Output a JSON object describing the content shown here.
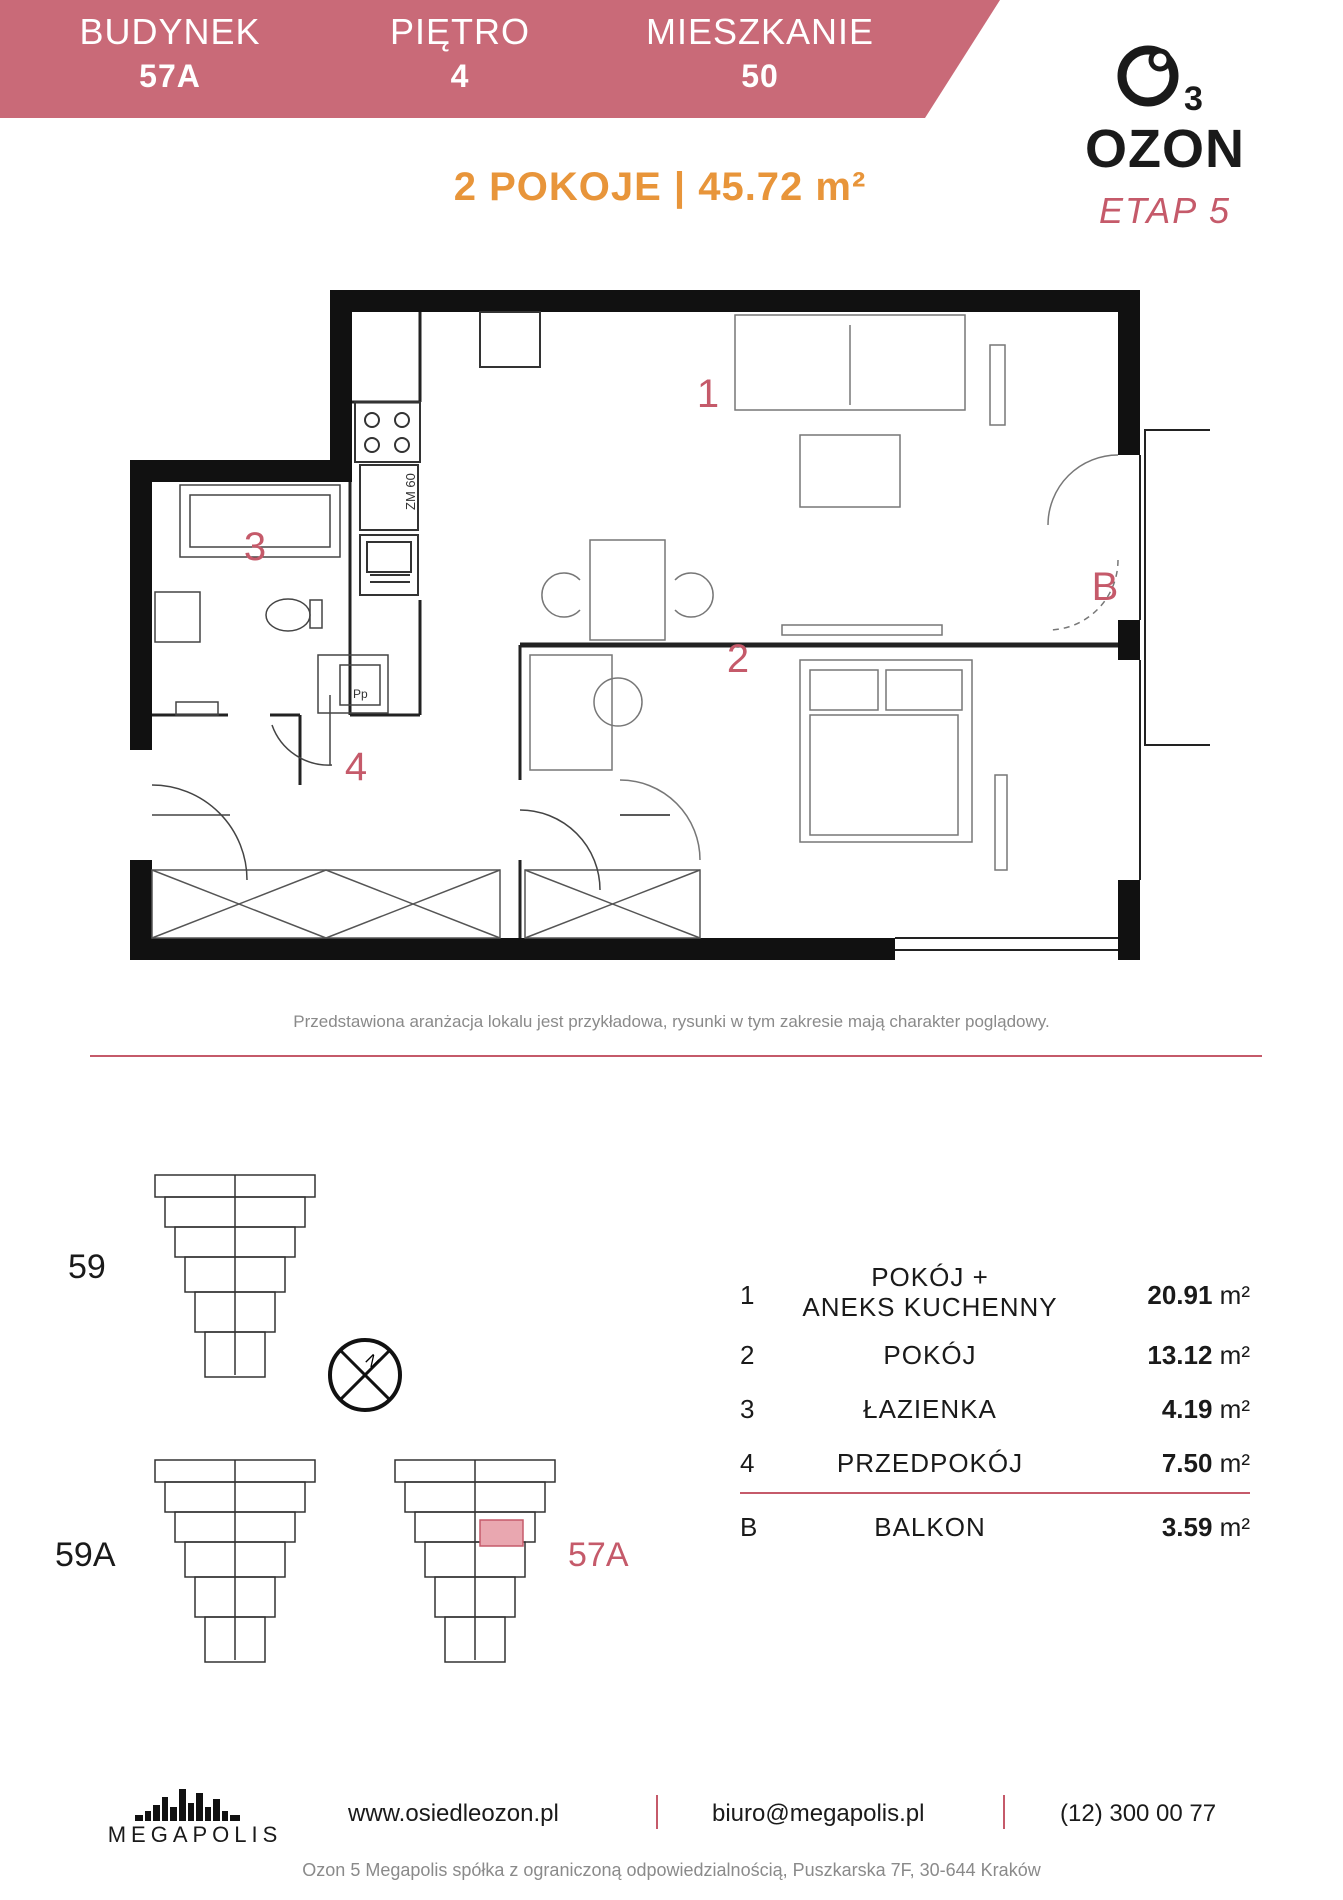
{
  "header": {
    "building_label": "BUDYNEK",
    "building_value": "57A",
    "floor_label": "PIĘTRO",
    "floor_value": "4",
    "apartment_label": "MIESZKANIE",
    "apartment_value": "50",
    "banner_color": "#c96a78"
  },
  "brand": {
    "name": "OZON",
    "stage": "ETAP 5",
    "accent_color": "#c55a6a"
  },
  "summary": {
    "text": "2 POKOJE | 45.72 m²",
    "color": "#e8953a"
  },
  "floorplan": {
    "room_numbers": [
      "1",
      "2",
      "3",
      "4"
    ],
    "balcony_label": "B",
    "fridge_label": "ZM 60",
    "washer_label": "Pp"
  },
  "disclaimer": "Przedstawiona aranżacja lokalu jest przykładowa, rysunki w tym zakresie mają charakter poglądowy.",
  "site_plan": {
    "buildings": [
      "59",
      "59A",
      "57A"
    ],
    "compass": "N",
    "highlight_color": "#e9a7b0"
  },
  "area_table": {
    "unit": "m²",
    "rows": [
      {
        "num": "1",
        "line1": "POKÓJ +",
        "line2": "ANEKS KUCHENNY",
        "area": "20.91"
      },
      {
        "num": "2",
        "name": "POKÓJ",
        "area": "13.12"
      },
      {
        "num": "3",
        "name": "ŁAZIENKA",
        "area": "4.19"
      },
      {
        "num": "4",
        "name": "PRZEDPOKÓJ",
        "area": "7.50"
      },
      {
        "num": "B",
        "name": "BALKON",
        "area": "3.59"
      }
    ]
  },
  "footer": {
    "company_logo": "MEGAPOLIS",
    "website": "www.osiedleozon.pl",
    "email": "biuro@megapolis.pl",
    "phone": "(12) 300 00 77",
    "legal": "Ozon 5 Megapolis spółka z ograniczoną odpowiedzialnością, Puszkarska 7F, 30-644 Kraków"
  }
}
